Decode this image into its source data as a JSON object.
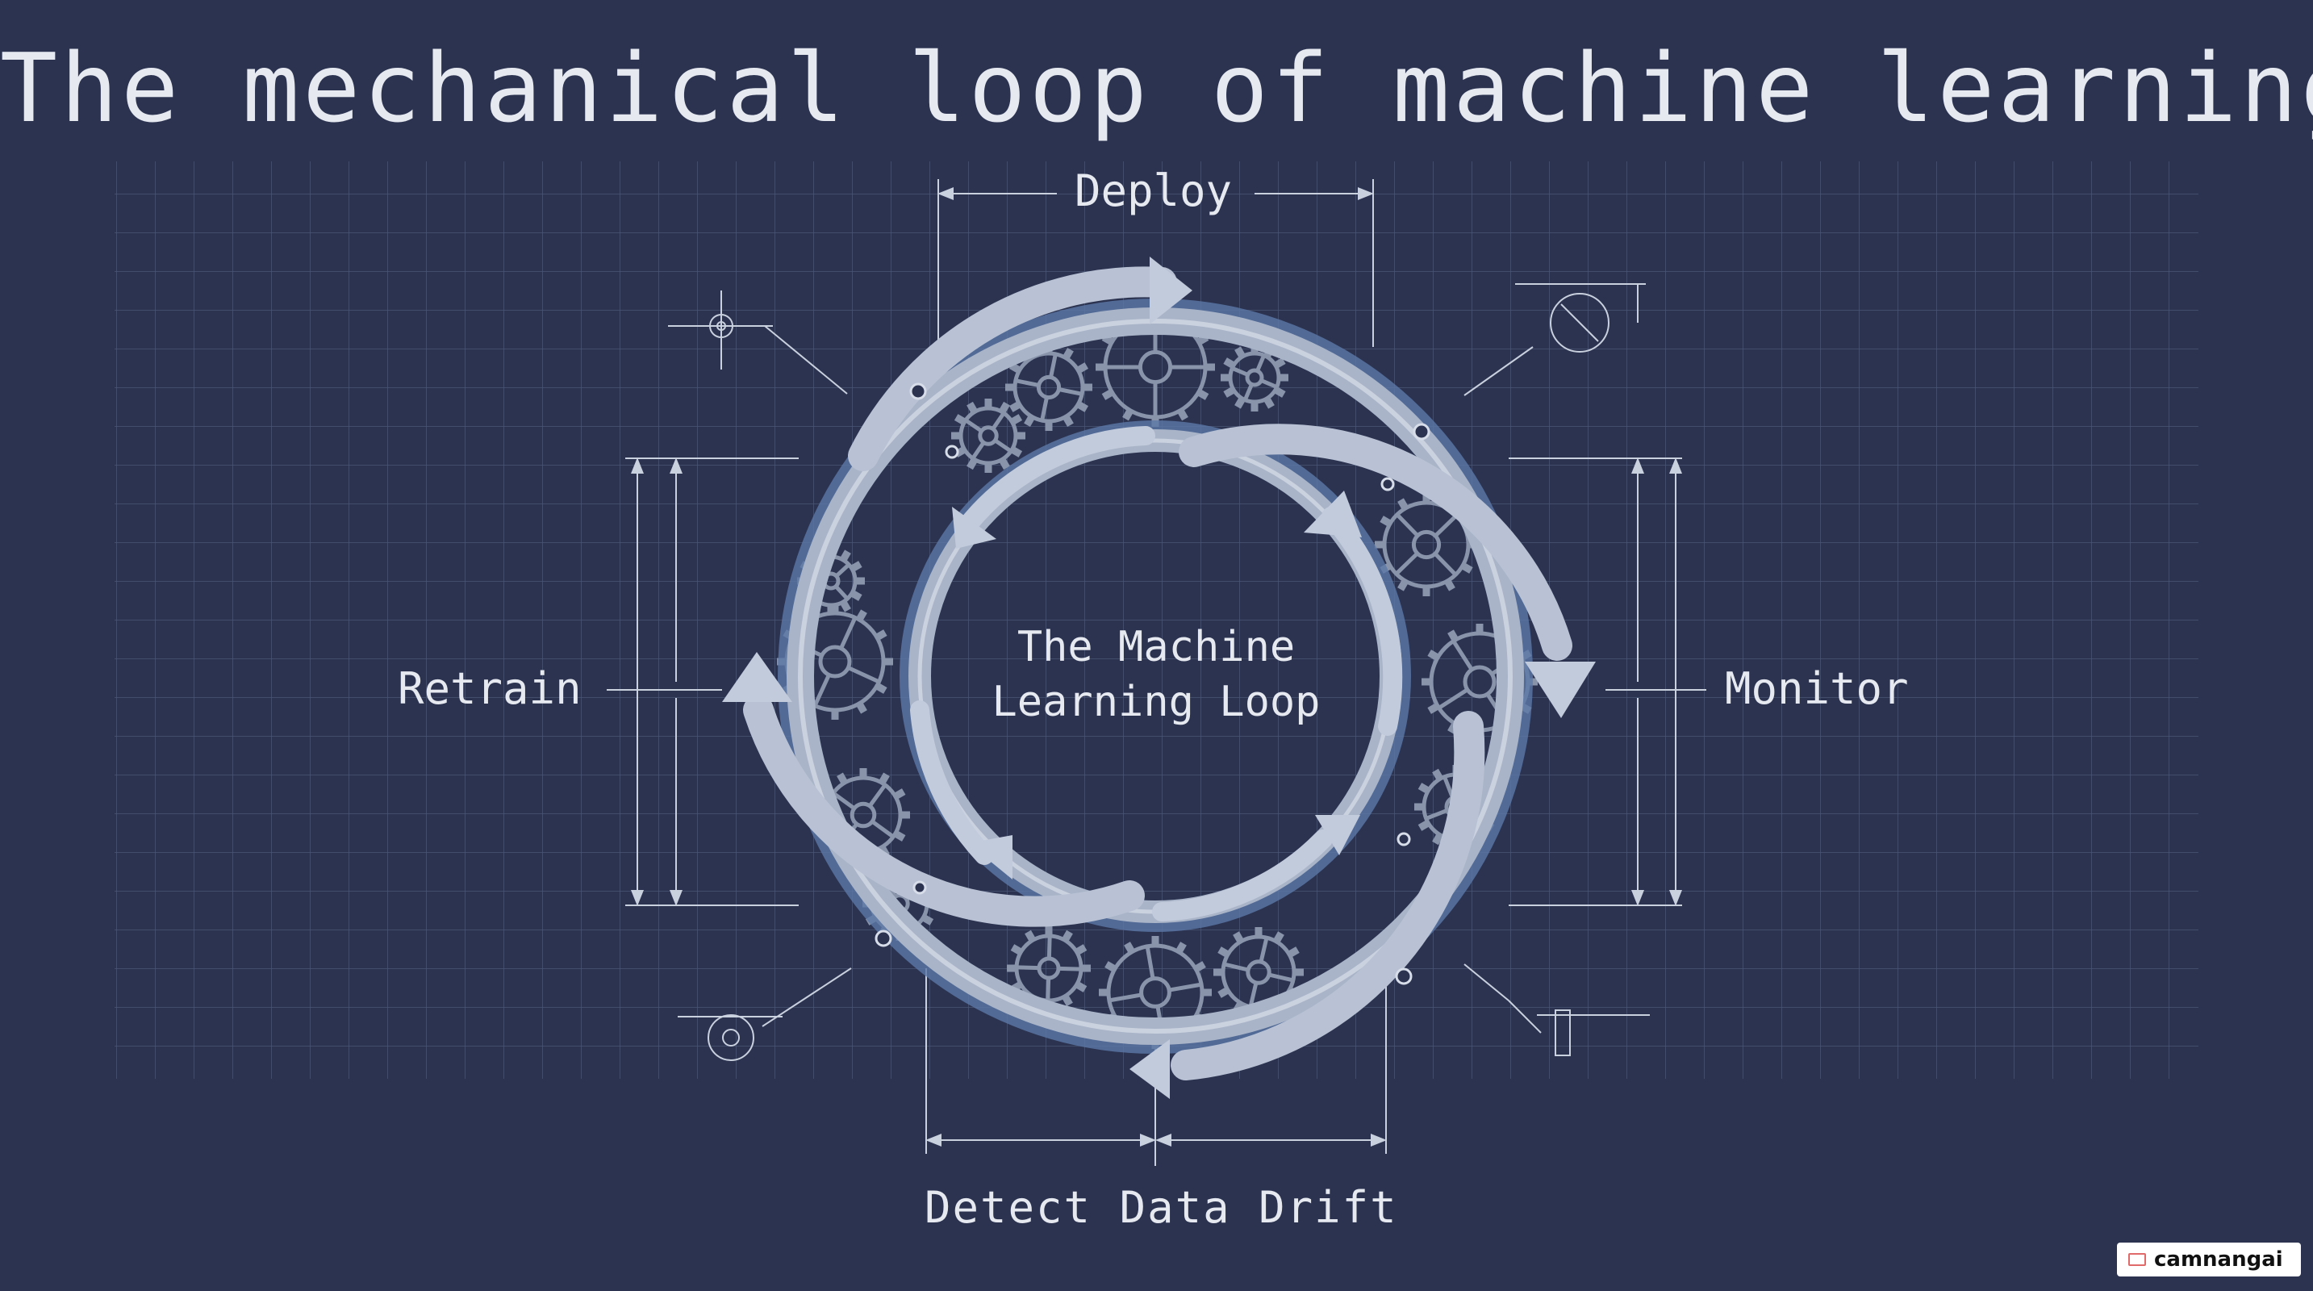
{
  "title": "The mechanical loop of machine learning",
  "center_label": [
    "The Machine",
    "Learning Loop"
  ],
  "stages": {
    "deploy": "Deploy",
    "monitor": "Monitor",
    "drift": "Detect Data Drift",
    "retrain": "Retrain"
  },
  "watermark": "camnangai",
  "colors": {
    "background": "#2b3350",
    "grid": "#4a5474",
    "text": "#e6e9f0",
    "ring": "#a9b4c8",
    "ring_shadow": "#5d78a8",
    "gear": "#8994ab"
  }
}
